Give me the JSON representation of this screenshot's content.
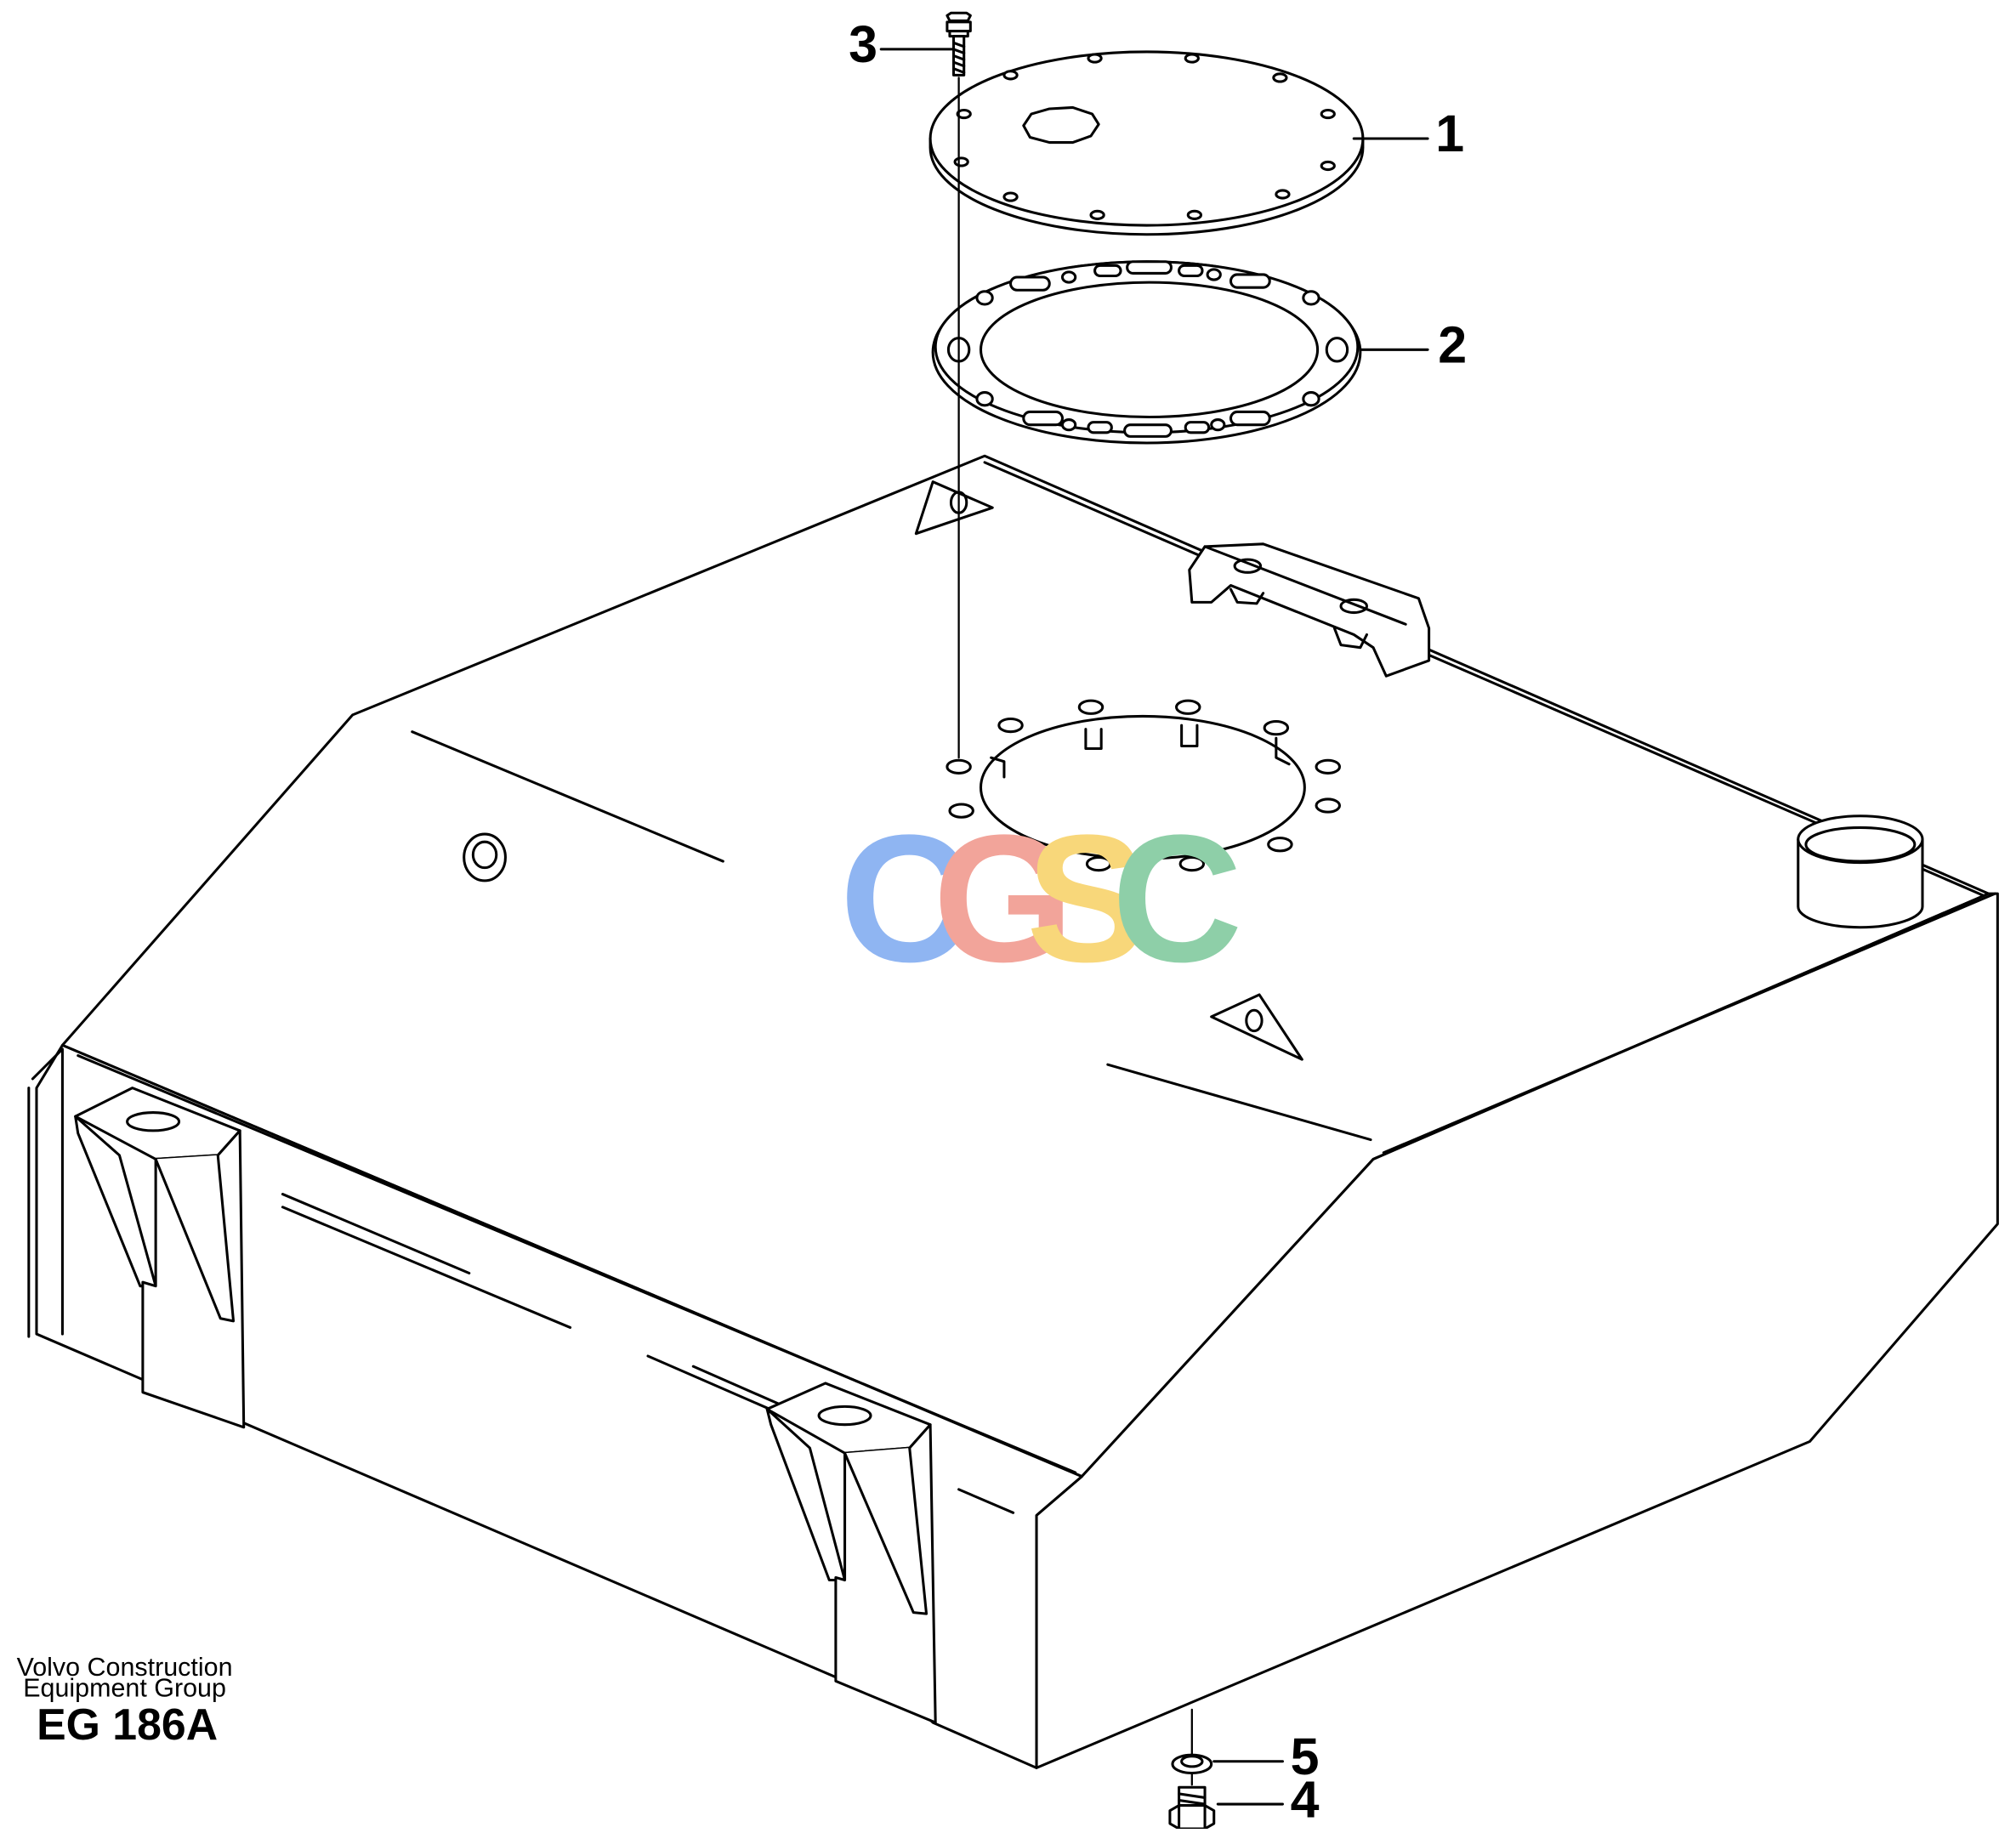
{
  "diagram": {
    "callouts": [
      {
        "id": "1",
        "text": "1"
      },
      {
        "id": "2",
        "text": "2"
      },
      {
        "id": "3",
        "text": "3"
      },
      {
        "id": "4",
        "text": "4"
      },
      {
        "id": "5",
        "text": "5"
      }
    ],
    "credit_line1": "Volvo Construction",
    "credit_line2": "Equipment Group",
    "drawing_code": "EG 186A",
    "watermark": {
      "letters": [
        "C",
        "G",
        "S",
        "C"
      ],
      "colors": [
        "#8fb5f2",
        "#f2a49a",
        "#f8d77a",
        "#8ecfa8"
      ]
    }
  }
}
